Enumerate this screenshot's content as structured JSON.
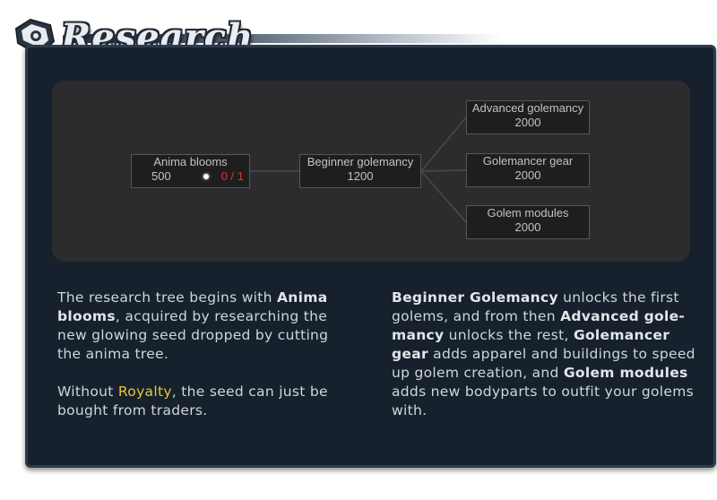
{
  "header": {
    "title": "Research",
    "logo_icon": "research-logo-icon"
  },
  "tree": {
    "nodes": {
      "anima": {
        "name": "Anima blooms",
        "cost": "500",
        "progress": "0 / 1"
      },
      "beginner": {
        "name": "Beginner golemancy",
        "cost": "1200"
      },
      "advanced": {
        "name": "Advanced golemancy",
        "cost": "2000"
      },
      "gear": {
        "name": "Golemancer gear",
        "cost": "2000"
      },
      "modules": {
        "name": "Golem modules",
        "cost": "2000"
      }
    }
  },
  "left_text": {
    "p1_pre": "The research tree begins with ",
    "p1_bold": "Anima blooms",
    "p1_post": ", acquired by researching the new glowing seed dropped by cutting the anima tree.",
    "p2_pre": "Without ",
    "p2_highlight": "Royalty",
    "p2_post": ", the seed can just be bought from traders."
  },
  "right_text": {
    "b1": "Beginner Golemancy",
    "t1": " unlocks the first golems, and from then ",
    "b2": "Advanced gole-mancy",
    "t2": " unlocks the rest, ",
    "b3": "Golemancer gear",
    "t3": " adds apparel and buildings to speed up golem creation, and ",
    "b4": "Golem modules",
    "t4": " adds new bodyparts to outfit your golems with."
  },
  "colors": {
    "highlight": "#e9c53b",
    "progress": "#e3302b",
    "panel": "#16212d",
    "tree_bg": "#2c2c2e"
  }
}
